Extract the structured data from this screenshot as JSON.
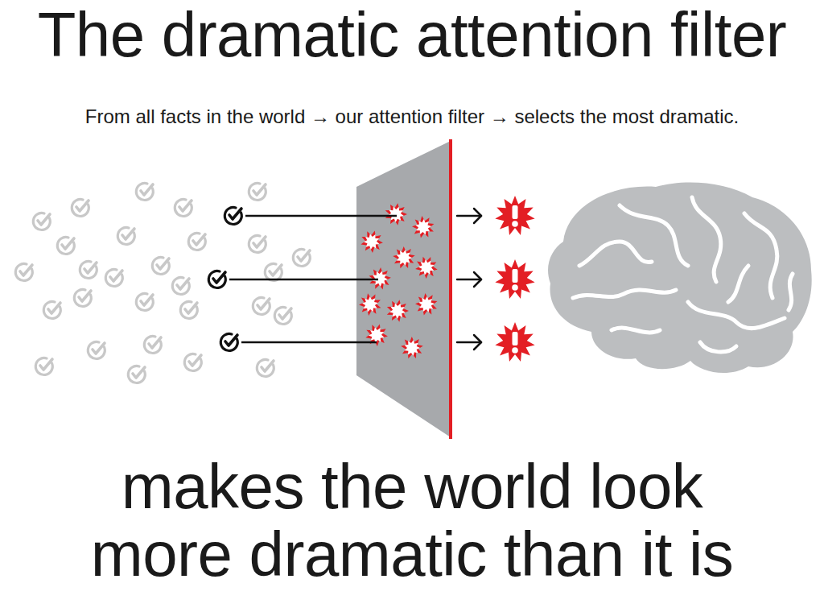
{
  "diagram": {
    "title": "The dramatic attention filter",
    "caption": "makes the world look more dramatic than it is",
    "labels": [
      "From all facts in the world → our attention filter → selects the most dramatic."
    ]
  }
}
